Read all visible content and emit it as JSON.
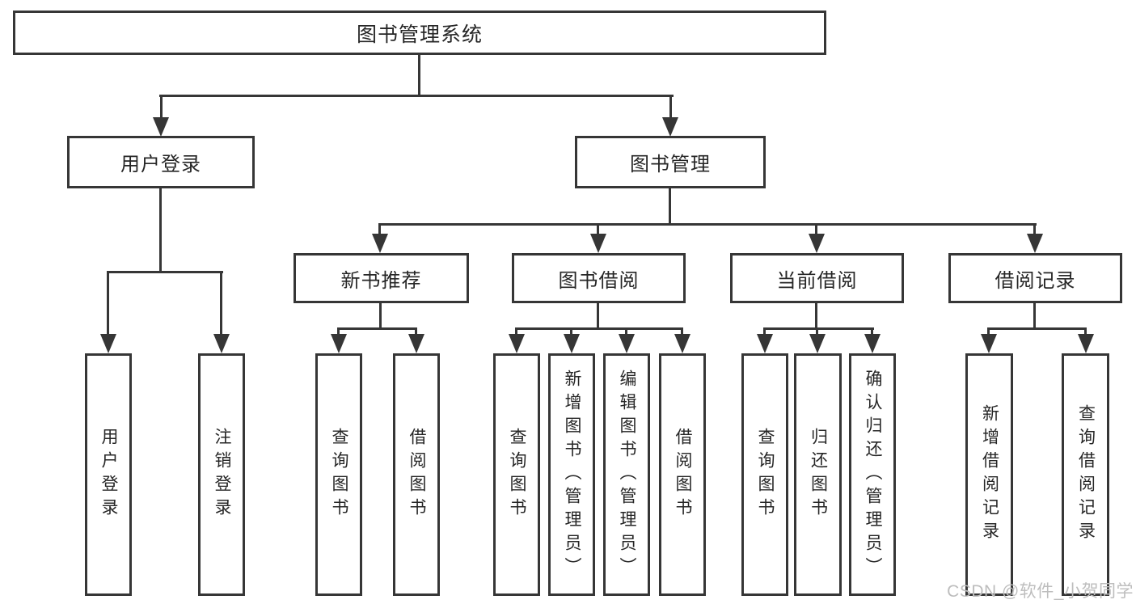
{
  "diagram": {
    "watermark": "CSDN @软件_小贺同学",
    "colors": {
      "line": "#363636",
      "text": "#262626",
      "background": "#ffffff",
      "watermark": "#bdbdbd"
    },
    "root": {
      "label": "图书管理系统",
      "children": [
        {
          "label": "用户登录",
          "children": [
            {
              "label": "用户登录"
            },
            {
              "label": "注销登录"
            }
          ]
        },
        {
          "label": "图书管理",
          "children": [
            {
              "label": "新书推荐",
              "children": [
                {
                  "label": "查询图书"
                },
                {
                  "label": "借阅图书"
                }
              ]
            },
            {
              "label": "图书借阅",
              "children": [
                {
                  "label": "查询图书"
                },
                {
                  "label": "新增图书（管理员）"
                },
                {
                  "label": "编辑图书（管理员）"
                },
                {
                  "label": "借阅图书"
                }
              ]
            },
            {
              "label": "当前借阅",
              "children": [
                {
                  "label": "查询图书"
                },
                {
                  "label": "归还图书"
                },
                {
                  "label": "确认归还（管理员）"
                }
              ]
            },
            {
              "label": "借阅记录",
              "children": [
                {
                  "label": "新增借阅记录"
                },
                {
                  "label": "查询借阅记录"
                }
              ]
            }
          ]
        }
      ]
    }
  }
}
